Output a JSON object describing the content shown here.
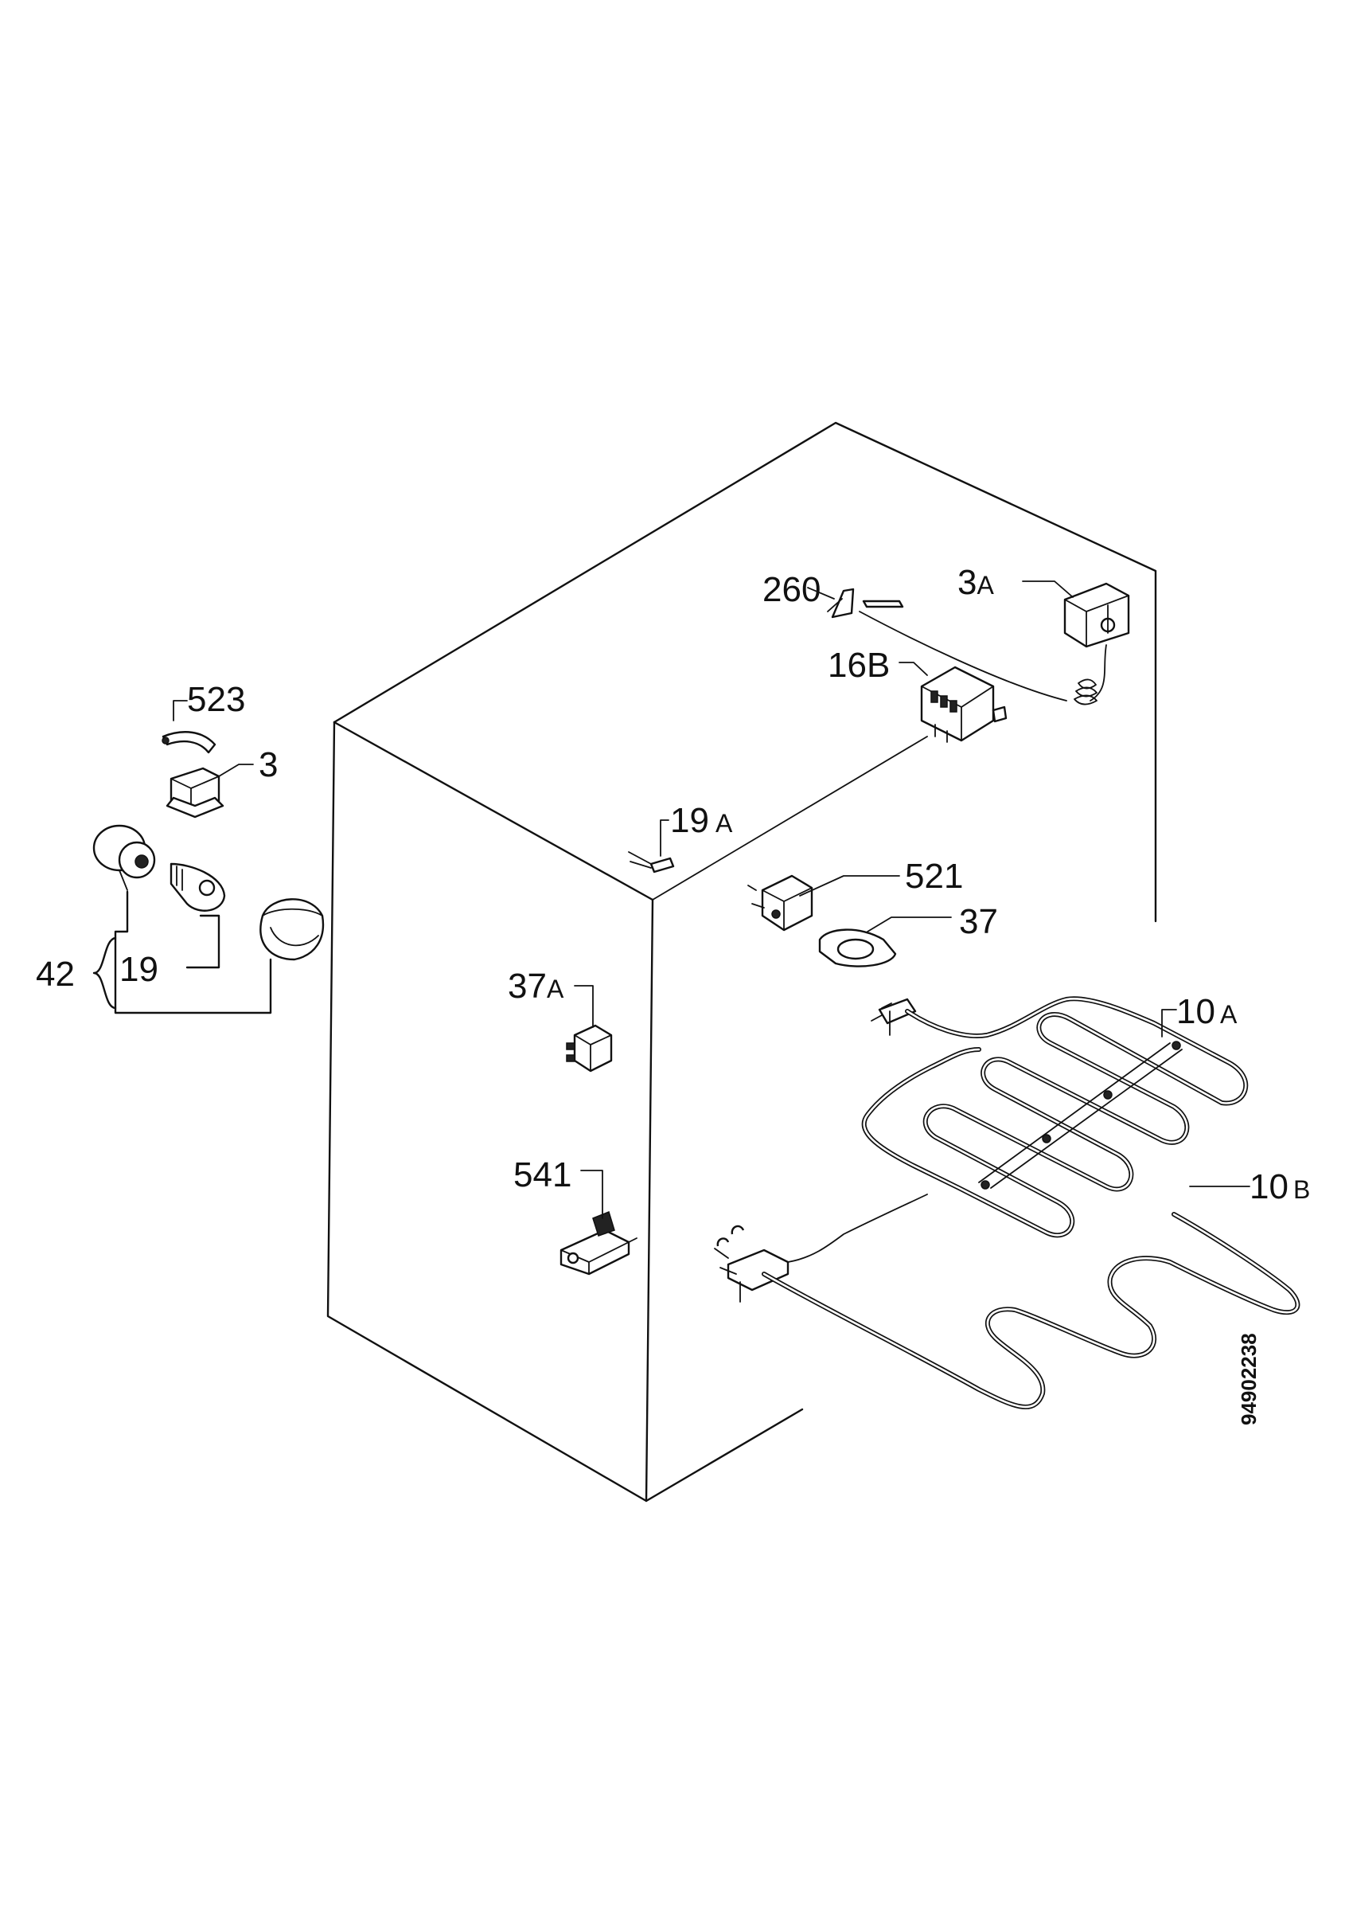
{
  "diagram": {
    "labels": {
      "p260": "260",
      "p3A_num": "3",
      "p3A_suf": "A",
      "p16B": "16B",
      "p523": "523",
      "p3": "3",
      "p19A_num": "19",
      "p19A_suf": "A",
      "p42": "42",
      "p19": "19",
      "p521": "521",
      "p37": "37",
      "p37A_num": "37",
      "p37A_suf": "A",
      "p10A_num": "10",
      "p10A_suf": "A",
      "p541": "541",
      "p10B_num": "10",
      "p10B_suf": "B"
    },
    "drawing_code": "94902238"
  }
}
